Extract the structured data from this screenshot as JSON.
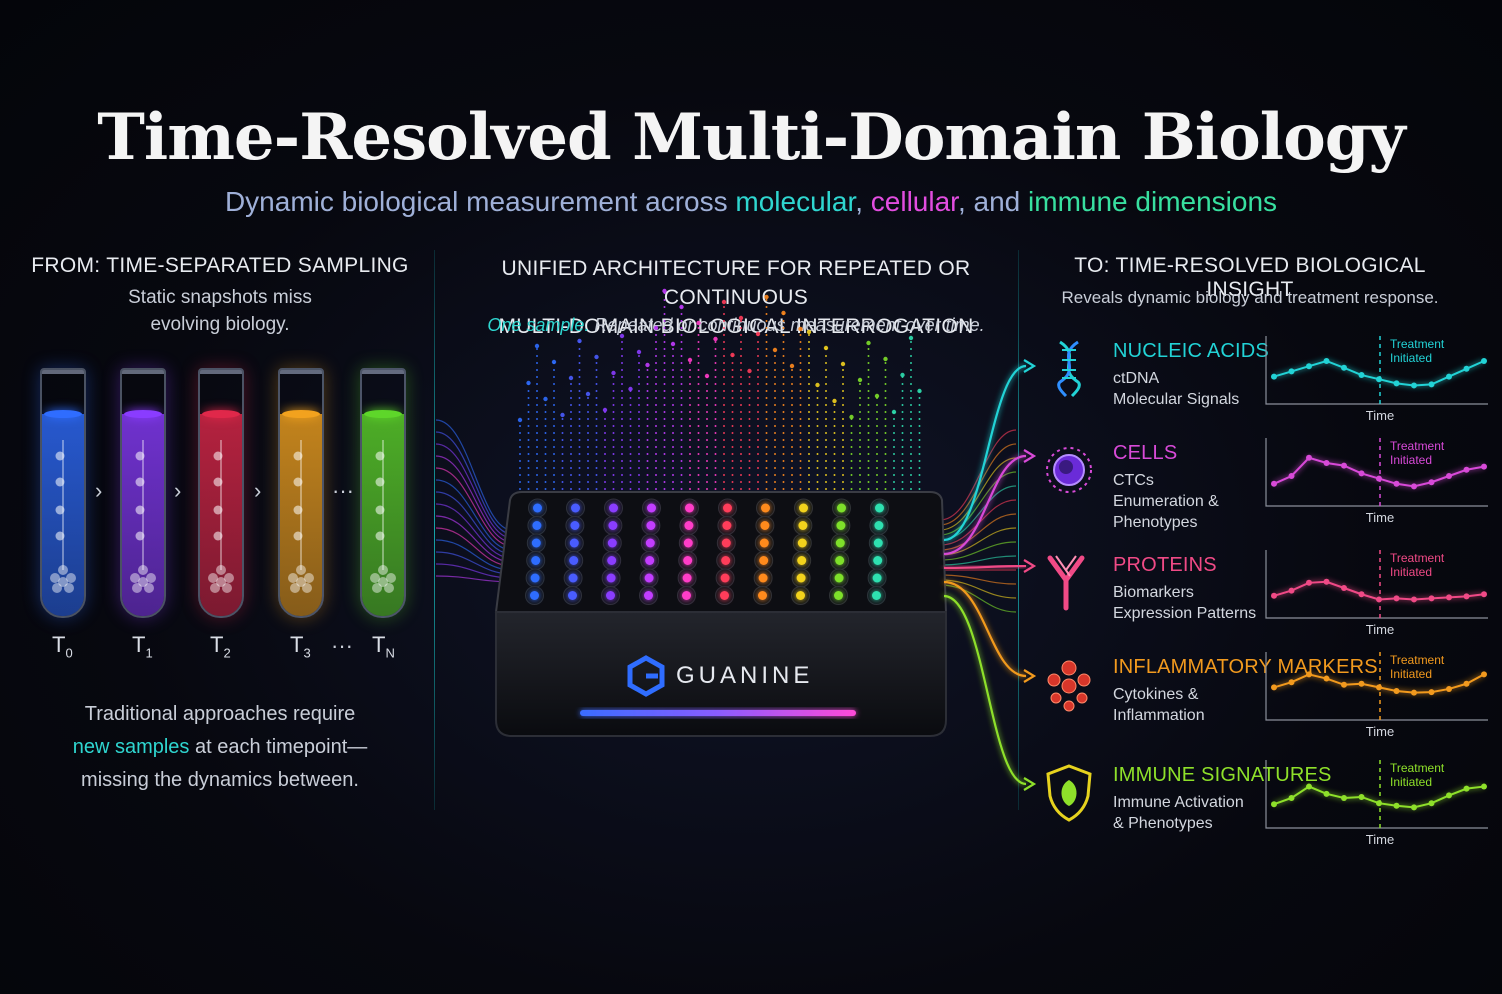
{
  "header": {
    "title": "Time-Resolved Multi-Domain Biology",
    "subtitle_pre": "Dynamic biological measurement across ",
    "subtitle_molecular": "molecular",
    "subtitle_sep1": ", ",
    "subtitle_cellular": "cellular",
    "subtitle_sep2": ", and ",
    "subtitle_immune": "immune dimensions"
  },
  "left": {
    "heading": "FROM: TIME-SEPARATED SAMPLING",
    "tagline_1": "Static snapshots miss",
    "tagline_2": "evolving biology.",
    "tubes": [
      {
        "t": "T",
        "sub": "0",
        "color": "#2f6dff"
      },
      {
        "t": "T",
        "sub": "1",
        "color": "#8a3cff"
      },
      {
        "t": "T",
        "sub": "2",
        "color": "#e0284a"
      },
      {
        "t": "T",
        "sub": "3",
        "color": "#f2a21e"
      },
      {
        "t": "T",
        "sub": "N",
        "color": "#5ed62a"
      }
    ],
    "between_symbol": "›",
    "ellipsis": "···",
    "footer_1": "Traditional approaches require",
    "footer_highlight": "new samples",
    "footer_2": " at each timepoint—",
    "footer_3": "missing the dynamics between."
  },
  "center": {
    "heading_1": "UNIFIED ARCHITECTURE FOR REPEATED OR CONTINUOUS",
    "heading_2": "MULTI-DOMAIN BIOLOGICAL INTERROGATION",
    "tagline_highlight": "One sample.",
    "tagline_rest": " Repeated or continuous measurement over time.",
    "device_brand": "GUANINE",
    "well_colors": [
      "#2f6dff",
      "#4a5cff",
      "#8a3cff",
      "#c23cff",
      "#ff3cc8",
      "#ff3c5a",
      "#ff8a1e",
      "#f2d21e",
      "#7ee02a",
      "#2fe0b0"
    ]
  },
  "right": {
    "heading": "TO: TIME-RESOLVED BIOLOGICAL INSIGHT",
    "tagline": "Reveals dynamic biology and treatment response.",
    "categories": [
      {
        "title": "NUCLEIC ACIDS",
        "color": "#22d3d6",
        "icon": "dna-icon",
        "desc": [
          "ctDNA",
          "Molecular Signals"
        ],
        "marker": "Treatment",
        "marker_2": "Initiated",
        "axis": "Time"
      },
      {
        "title": "CELLS",
        "color": "#d84ad8",
        "icon": "cell-icon",
        "desc": [
          "CTCs",
          "Enumeration &",
          "Phenotypes"
        ],
        "marker": "Treatment",
        "marker_2": "Initiated",
        "axis": "Time"
      },
      {
        "title": "PROTEINS",
        "color": "#f04a86",
        "icon": "antibody-icon",
        "desc": [
          "Biomarkers",
          "Expression Patterns"
        ],
        "marker": "Treatment",
        "marker_2": "Initiated",
        "axis": "Time"
      },
      {
        "title": "INFLAMMATORY MARKERS",
        "color": "#f29a1e",
        "icon": "cytokine-icon",
        "desc": [
          "Cytokines &",
          "Inflammation"
        ],
        "marker": "Treatment",
        "marker_2": "Initiated",
        "axis": "Time"
      },
      {
        "title": "IMMUNE SIGNATURES",
        "color": "#8ee02a",
        "icon": "shield-icon",
        "desc": [
          "Immune Activation",
          "& Phenotypes"
        ],
        "marker": "Treatment",
        "marker_2": "Initiated",
        "axis": "Time"
      }
    ]
  }
}
